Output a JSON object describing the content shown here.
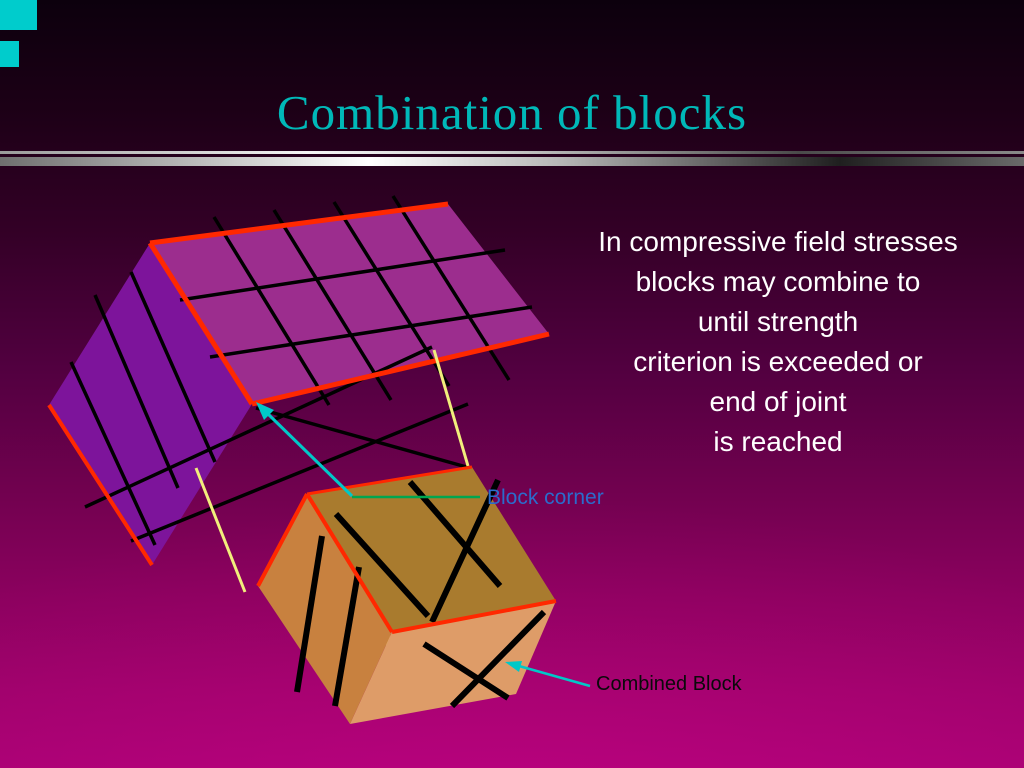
{
  "slide": {
    "title": "Combination of blocks",
    "body_lines": [
      "In compressive field stresses",
      "blocks may combine to",
      "until strength",
      "criterion is exceeded or",
      "end of joint",
      "is reached"
    ],
    "labels": {
      "block_corner": "Block corner",
      "combined_block": "Combined Block"
    },
    "colors": {
      "title_teal": "#00b8b8",
      "corner_accent": "#00cccc",
      "background_top": "#0c000d",
      "background_bottom": "#a80273",
      "body_text": "#ffffff",
      "label_blue": "#2b6bcc",
      "label_black": "#0a0a0a",
      "purple_top_face": "#9c2d8e",
      "purple_left_face": "#7d149b",
      "orange_top_face": "#a97b2e",
      "orange_left_face": "#c8813f",
      "orange_right_face": "#de9c68",
      "block_edge_red": "#ff2800",
      "joint_line_black": "#000000",
      "projection_line_yellow": "#f2ee7c",
      "arrow_cyan": "#00c8c8",
      "pointer_line_green": "#00a650"
    }
  }
}
